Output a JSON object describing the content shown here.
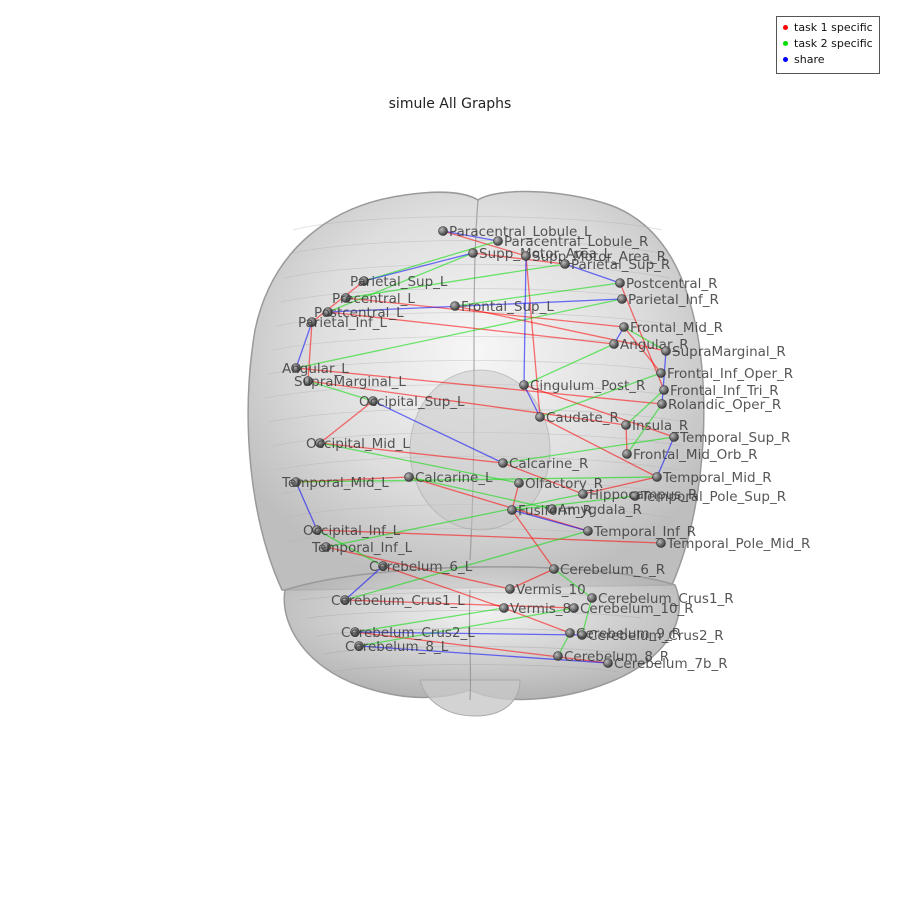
{
  "title": "simule All Graphs",
  "legend": [
    {
      "label": "task 1 specific",
      "color": "#ff0000"
    },
    {
      "label": "task 2 specific",
      "color": "#00dd00"
    },
    {
      "label": "share",
      "color": "#0000ff"
    }
  ],
  "nodes": [
    "Paracentral_Lobule_L",
    "Paracentral_Lobule_R",
    "Supp_Motor_Area_L",
    "Supp_Motor_Area_R",
    "Parietal_Sup_R",
    "Parietal_Sup_L",
    "Postcentral_R",
    "Parietal_Inf_R",
    "Precentral_L",
    "Postcentral_L",
    "Frontal_Sup_L",
    "Parietal_Inf_L",
    "Frontal_Mid_R",
    "Angular_R",
    "SupraMarginal_R",
    "Angular_L",
    "SupraMarginal_L",
    "Frontal_Inf_Oper_R",
    "Frontal_Inf_Tri_R",
    "Rolandic_Oper_R",
    "Cingulum_Post_R",
    "Occipital_Sup_L",
    "Caudate_R",
    "Insula_R",
    "Temporal_Sup_R",
    "Frontal_Mid_Orb_R",
    "Occipital_Mid_L",
    "Temporal_Mid_R",
    "Temporal_Mid_L",
    "Calcarine_L",
    "Calcarine_R",
    "Olfactory_R",
    "Temporal_Pole_Sup_R",
    "Hippocampus_R",
    "Amygdala_R",
    "Occipital_Inf_L",
    "Fusiform_R",
    "Temporal_Inf_R",
    "Temporal_Pole_Mid_R",
    "Temporal_Inf_L",
    "Vermis_10",
    "Cerebelum_6_R",
    "Cerebelum_6_L",
    "Cerebelum_Crus1_R",
    "Cerebelum_Crus1_L",
    "Vermis_8",
    "Cerebelum_10_R",
    "Cerebelum_Crus2_R",
    "Cerebelum_Crus2_L",
    "Cerebelum_9_R",
    "Cerebelum_8_L",
    "Cerebelum_8_R",
    "Cerebelum_7b_R"
  ],
  "edges_task1": [
    [
      0,
      3
    ],
    [
      2,
      4
    ],
    [
      5,
      11
    ],
    [
      8,
      12
    ],
    [
      9,
      13
    ],
    [
      10,
      14
    ],
    [
      11,
      16
    ],
    [
      12,
      17
    ],
    [
      15,
      19
    ],
    [
      20,
      24
    ],
    [
      21,
      26
    ],
    [
      22,
      27
    ],
    [
      23,
      25
    ],
    [
      26,
      30
    ],
    [
      28,
      29
    ],
    [
      29,
      37
    ],
    [
      30,
      33
    ],
    [
      31,
      36
    ],
    [
      35,
      38
    ],
    [
      39,
      40
    ],
    [
      40,
      41
    ],
    [
      42,
      45
    ],
    [
      44,
      46
    ],
    [
      45,
      49
    ],
    [
      48,
      52
    ],
    [
      6,
      18
    ],
    [
      3,
      22
    ],
    [
      16,
      23
    ],
    [
      27,
      33
    ],
    [
      36,
      41
    ]
  ],
  "edges_task2": [
    [
      1,
      5
    ],
    [
      4,
      8
    ],
    [
      6,
      10
    ],
    [
      7,
      15
    ],
    [
      12,
      14
    ],
    [
      13,
      20
    ],
    [
      16,
      21
    ],
    [
      17,
      22
    ],
    [
      19,
      25
    ],
    [
      24,
      30
    ],
    [
      26,
      31
    ],
    [
      27,
      28
    ],
    [
      29,
      34
    ],
    [
      32,
      36
    ],
    [
      35,
      42
    ],
    [
      37,
      44
    ],
    [
      41,
      43
    ],
    [
      43,
      47
    ],
    [
      46,
      50
    ],
    [
      49,
      51
    ],
    [
      2,
      9
    ],
    [
      18,
      23
    ],
    [
      33,
      39
    ],
    [
      45,
      48
    ]
  ],
  "edges_share": [
    [
      0,
      1
    ],
    [
      2,
      5
    ],
    [
      4,
      6
    ],
    [
      7,
      9
    ],
    [
      11,
      15
    ],
    [
      12,
      13
    ],
    [
      14,
      19
    ],
    [
      20,
      22
    ],
    [
      21,
      30
    ],
    [
      24,
      27
    ],
    [
      28,
      35
    ],
    [
      36,
      37
    ],
    [
      42,
      44
    ],
    [
      47,
      48
    ],
    [
      50,
      52
    ],
    [
      3,
      20
    ]
  ]
}
